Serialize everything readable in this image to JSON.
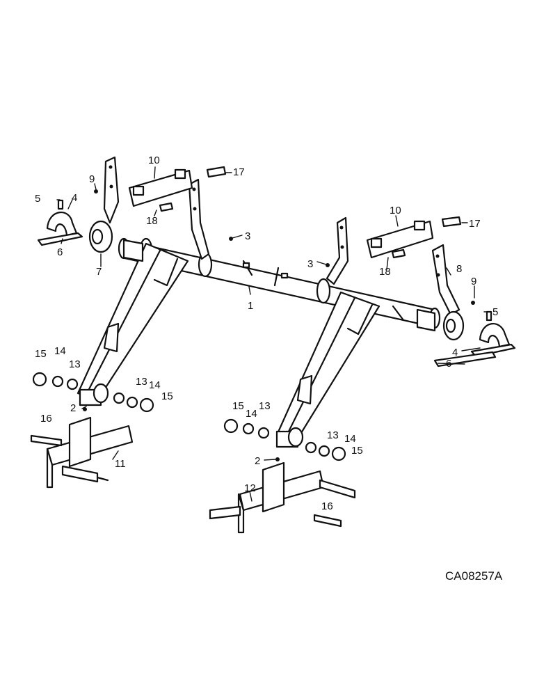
{
  "figure": {
    "code": "CA08257A",
    "callouts": {
      "c1": "1",
      "c2a": "2",
      "c2b": "2",
      "c3a": "3",
      "c3b": "3",
      "c4a": "4",
      "c4b": "4",
      "c5a": "5",
      "c5b": "5",
      "c6a": "6",
      "c6b": "6",
      "c7": "7",
      "c8": "8",
      "c9a": "9",
      "c9b": "9",
      "c10a": "10",
      "c10b": "10",
      "c11": "11",
      "c12": "12",
      "c13a": "13",
      "c13b": "13",
      "c13c": "13",
      "c13d": "13",
      "c14a": "14",
      "c14b": "14",
      "c14c": "14",
      "c14d": "14",
      "c15a": "15",
      "c15b": "15",
      "c15c": "15",
      "c15d": "15",
      "c16a": "16",
      "c16b": "16",
      "c17a": "17",
      "c17b": "17",
      "c18a": "18",
      "c18b": "18"
    }
  }
}
